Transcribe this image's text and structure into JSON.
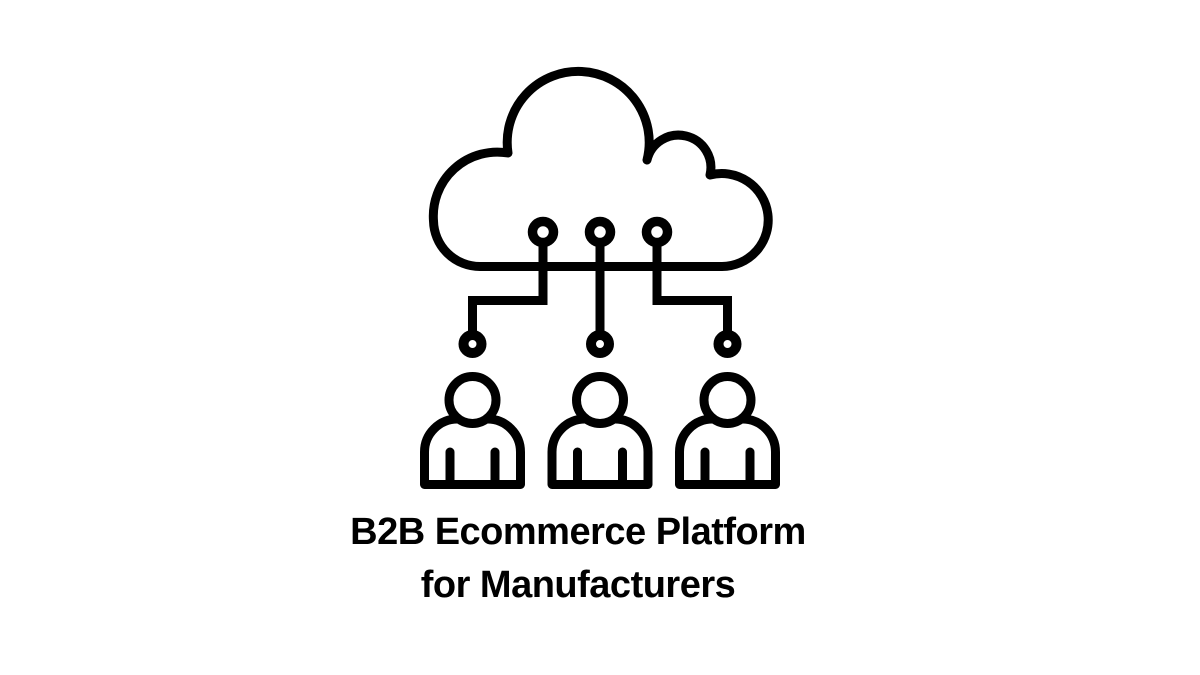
{
  "colors": {
    "ink": "#000000",
    "background": "#ffffff"
  },
  "caption": {
    "line1": "B2B Ecommerce Platform",
    "line2": "for Manufacturers"
  },
  "illustration": {
    "description": "cloud connected by circuit lines to three users",
    "icons": [
      "cloud-icon",
      "connector-line",
      "user-icon"
    ],
    "user_count": 3,
    "connector_count": 3
  }
}
